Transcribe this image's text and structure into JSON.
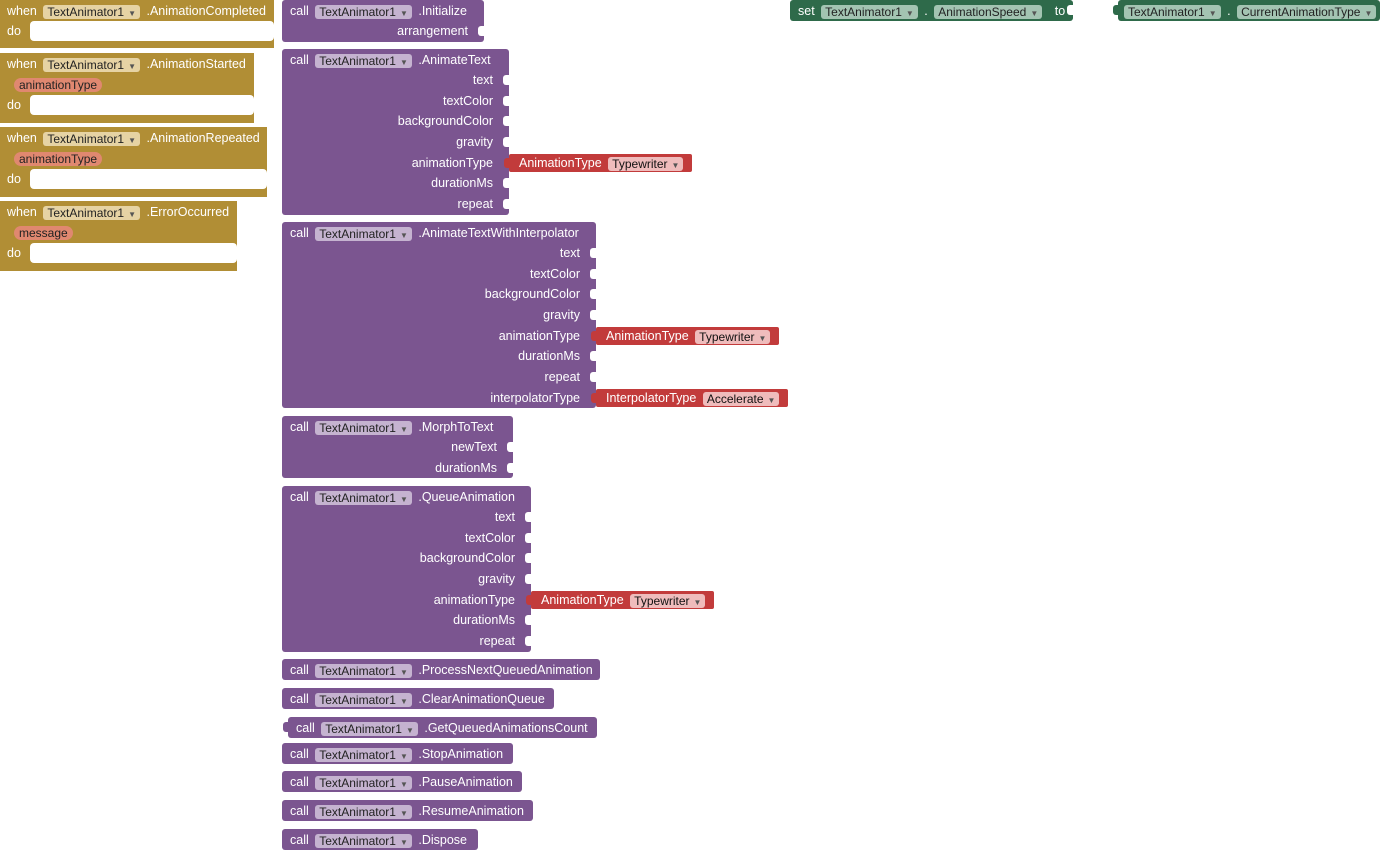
{
  "component": "TextAnimator1",
  "keywords": {
    "when": "when",
    "do": "do",
    "call": "call",
    "set": "set",
    "to": "to"
  },
  "events": [
    {
      "name": ".AnimationCompleted",
      "param": ""
    },
    {
      "name": ".AnimationStarted",
      "param": "animationType"
    },
    {
      "name": ".AnimationRepeated",
      "param": "animationType"
    },
    {
      "name": ".ErrorOccurred",
      "param": "message"
    }
  ],
  "methods": {
    "initialize": {
      "name": ".Initialize",
      "args": [
        "arrangement"
      ]
    },
    "animate_text": {
      "name": ".AnimateText",
      "args": [
        "text",
        "textColor",
        "backgroundColor",
        "gravity",
        "animationType",
        "durationMs",
        "repeat"
      ]
    },
    "animate_interp": {
      "name": ".AnimateTextWithInterpolator",
      "args": [
        "text",
        "textColor",
        "backgroundColor",
        "gravity",
        "animationType",
        "durationMs",
        "repeat",
        "interpolatorType"
      ]
    },
    "morph": {
      "name": ".MorphToText",
      "args": [
        "newText",
        "durationMs"
      ]
    },
    "queue": {
      "name": ".QueueAnimation",
      "args": [
        "text",
        "textColor",
        "backgroundColor",
        "gravity",
        "animationType",
        "durationMs",
        "repeat"
      ]
    },
    "process_next": {
      "name": ".ProcessNextQueuedAnimation"
    },
    "clear_queue": {
      "name": ".ClearAnimationQueue"
    },
    "get_count": {
      "name": ".GetQueuedAnimationsCount"
    },
    "stop": {
      "name": ".StopAnimation"
    },
    "pause": {
      "name": ".PauseAnimation"
    },
    "resume": {
      "name": ".ResumeAnimation"
    },
    "dispose": {
      "name": ".Dispose"
    }
  },
  "enum_blocks": {
    "animation_type": {
      "label": "AnimationType",
      "value": "Typewriter"
    },
    "interpolator_type": {
      "label": "InterpolatorType",
      "value": "Accelerate"
    }
  },
  "setter": {
    "property": "AnimationSpeed"
  },
  "getter": {
    "property": "CurrentAnimationType"
  },
  "colors": {
    "event": "#b18e35",
    "method": "#7b5590",
    "setter": "#2e6a4a",
    "enum": "#c23b3b"
  }
}
